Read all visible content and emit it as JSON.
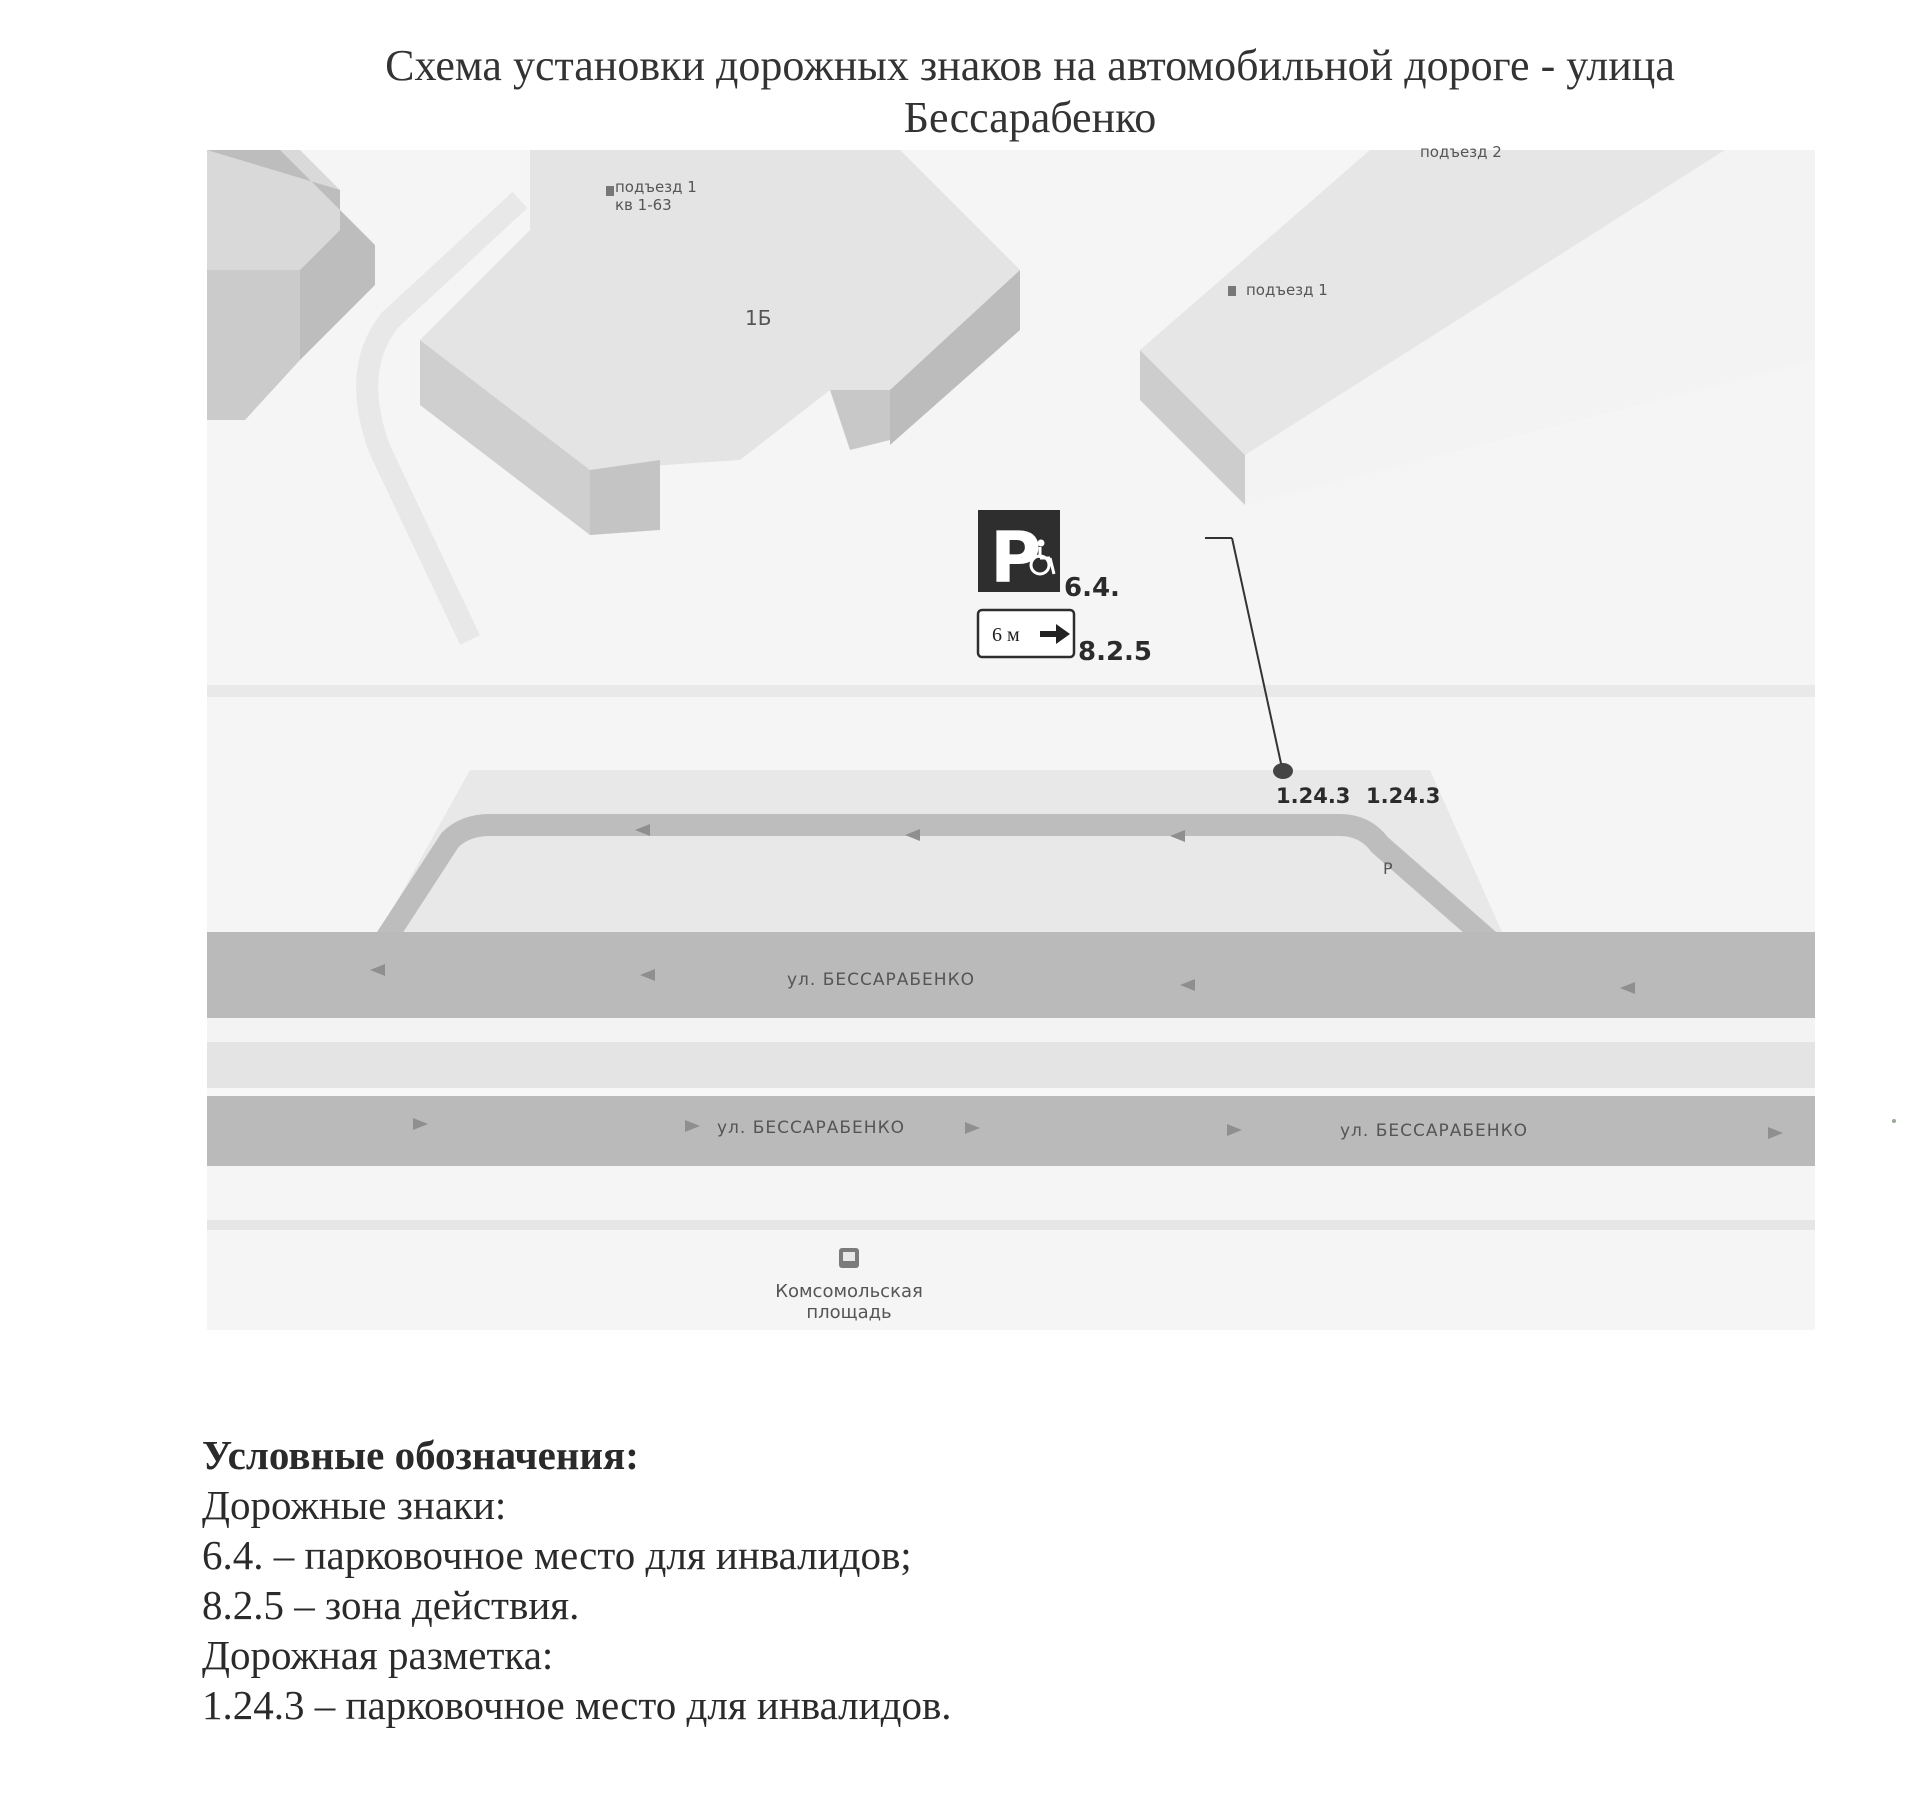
{
  "document": {
    "title_line1": "Схема установки дорожных знаков на автомобильной дороге  - улица",
    "title_line2": "Бессарабенко"
  },
  "map": {
    "entrance_top_left_line1": "подъезд 1",
    "entrance_top_left_line2": "кв 1-63",
    "building_number": "1Б",
    "entrance_top_right_partial": "подъезд 2",
    "entrance_right": "подъезд 1",
    "street_upper": "ул. БЕССАРАБЕНКО",
    "street_lower_left": "ул. БЕССАРАБЕНКО",
    "street_lower_right": "ул. БЕССАРАБЕНКО",
    "parking_pocket_mark": "P",
    "transit_stop_line1": "Комсомольская",
    "transit_stop_line2": "площадь",
    "colors": {
      "road": "#b9b9b9",
      "building": "#e2e2e2",
      "building_side": "#c8c8c8",
      "ground": "#f4f4f4",
      "sign": "#2e2e2e"
    }
  },
  "signs": {
    "sign_64_letter": "P",
    "sign_64_code": "6.4.",
    "sign_825_text": "6 м",
    "sign_825_code": "8.2.5",
    "marking_code_1": "1.24.3",
    "marking_code_2": "1.24.3"
  },
  "legend": {
    "heading": "Условные обозначения:",
    "signs_heading": "Дорожные знаки:",
    "item_64": "6.4. – парковочное место для инвалидов;",
    "item_825": "8.2.5 – зона действия.",
    "marking_heading": "Дорожная разметка:",
    "item_1243": "1.24.3 – парковочное место для инвалидов."
  }
}
